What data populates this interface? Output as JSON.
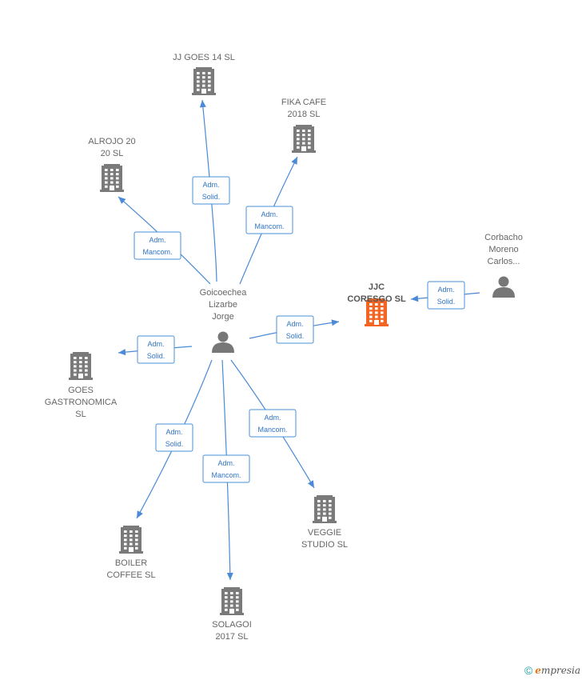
{
  "colors": {
    "company": "#7a7a7a",
    "focus_company": "#f26522",
    "person": "#777777",
    "edge": "#4a8ad6"
  },
  "nodes": [
    {
      "id": "jjgoes",
      "type": "company",
      "lines": [
        "JJ GOES 14  SL"
      ]
    },
    {
      "id": "fika",
      "type": "company",
      "lines": [
        "FIKA CAFE",
        "2018  SL"
      ]
    },
    {
      "id": "alrojo",
      "type": "company",
      "lines": [
        "ALROJO 20",
        "20  SL"
      ]
    },
    {
      "id": "jjc",
      "type": "focus_company",
      "lines": [
        "JJC",
        "CORESGO  SL"
      ]
    },
    {
      "id": "corbacho",
      "type": "person",
      "lines": [
        "Corbacho",
        "Moreno",
        "Carlos..."
      ]
    },
    {
      "id": "goicoechea",
      "type": "person",
      "lines": [
        "Goicoechea",
        "Lizarbe",
        "Jorge"
      ]
    },
    {
      "id": "goesgas",
      "type": "company",
      "lines": [
        "GOES",
        "GASTRONOMICA",
        "SL"
      ]
    },
    {
      "id": "veggie",
      "type": "company",
      "lines": [
        "VEGGIE",
        "STUDIO  SL"
      ]
    },
    {
      "id": "boiler",
      "type": "company",
      "lines": [
        "BOILER",
        "COFFEE  SL"
      ]
    },
    {
      "id": "solagoi",
      "type": "company",
      "lines": [
        "SOLAGOI",
        "2017  SL"
      ]
    }
  ],
  "edges": [
    {
      "from": "goicoechea",
      "to": "jjgoes",
      "label": [
        "Adm.",
        "Solid."
      ]
    },
    {
      "from": "goicoechea",
      "to": "fika",
      "label": [
        "Adm.",
        "Mancom."
      ]
    },
    {
      "from": "goicoechea",
      "to": "alrojo",
      "label": [
        "Adm.",
        "Mancom."
      ]
    },
    {
      "from": "goicoechea",
      "to": "jjc",
      "label": [
        "Adm.",
        "Solid."
      ]
    },
    {
      "from": "corbacho",
      "to": "jjc",
      "label": [
        "Adm.",
        "Solid."
      ]
    },
    {
      "from": "goicoechea",
      "to": "goesgas",
      "label": [
        "Adm.",
        "Solid."
      ]
    },
    {
      "from": "goicoechea",
      "to": "veggie",
      "label": [
        "Adm.",
        "Mancom."
      ]
    },
    {
      "from": "goicoechea",
      "to": "boiler",
      "label": [
        "Adm.",
        "Solid."
      ]
    },
    {
      "from": "goicoechea",
      "to": "solagoi",
      "label": [
        "Adm.",
        "Mancom."
      ]
    }
  ],
  "footer": {
    "copyright": "©",
    "brand_initial": "e",
    "brand_rest": "mpresia"
  }
}
